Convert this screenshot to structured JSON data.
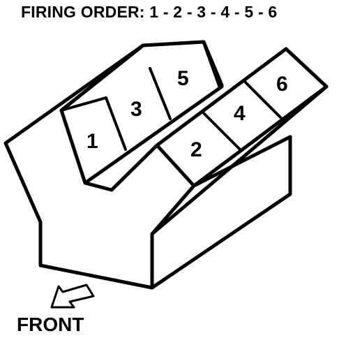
{
  "header": {
    "title": "FIRING ORDER: 1 - 2 - 3 - 4 - 5 - 6"
  },
  "cylinders": {
    "left_bank": [
      "1",
      "3",
      "5"
    ],
    "right_bank": [
      "2",
      "4",
      "6"
    ]
  },
  "direction": {
    "label": "FRONT",
    "icon": "arrow-icon"
  },
  "colors": {
    "ink": "#000000",
    "background": "#ffffff"
  }
}
